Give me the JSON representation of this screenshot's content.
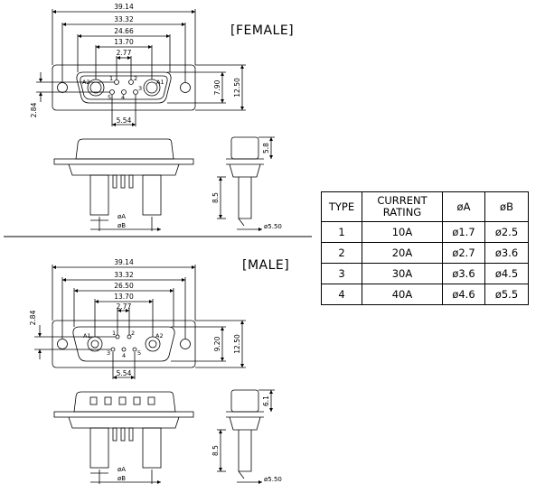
{
  "female": {
    "label": "[FEMALE]",
    "dims": {
      "overall_width": "39.14",
      "mount_hole_spacing": "33.32",
      "shell_width": "24.66",
      "pin_span": "13.70",
      "pin_pitch": "2.77",
      "height_shell": "7.90",
      "height_overall": "12.50",
      "offset": "2.84",
      "lower_span": "5.54",
      "side_height": "5.8",
      "tail_length": "8.5",
      "phi_a": "øA",
      "phi_b": "øB",
      "phi_550": "ø5.50"
    },
    "pins": {
      "a1": "A1",
      "a2": "A2",
      "p1": "1",
      "p2": "2",
      "p3": "3",
      "p4": "4",
      "p5": "5"
    }
  },
  "male": {
    "label": "[MALE]",
    "dims": {
      "overall_width": "39.14",
      "mount_hole_spacing": "33.32",
      "shell_width": "26.50",
      "pin_span": "13.70",
      "pin_pitch": "2.77",
      "height_shell": "9.20",
      "height_overall": "12.50",
      "offset": "2.84",
      "lower_span": "5.54",
      "side_height": "6.1",
      "tail_length": "8.5",
      "phi_a": "øA",
      "phi_b": "øB",
      "phi_550": "ø5.50"
    },
    "pins": {
      "a1": "A1",
      "a2": "A2",
      "p1": "1",
      "p2": "2",
      "p3": "3",
      "p4": "4",
      "p5": "5"
    }
  },
  "table": {
    "headers": [
      "TYPE",
      "CURRENT RATING",
      "øA",
      "øB"
    ],
    "rows": [
      [
        "1",
        "10A",
        "ø1.7",
        "ø2.5"
      ],
      [
        "2",
        "20A",
        "ø2.7",
        "ø3.6"
      ],
      [
        "3",
        "30A",
        "ø3.6",
        "ø4.5"
      ],
      [
        "4",
        "40A",
        "ø4.6",
        "ø5.5"
      ]
    ]
  }
}
